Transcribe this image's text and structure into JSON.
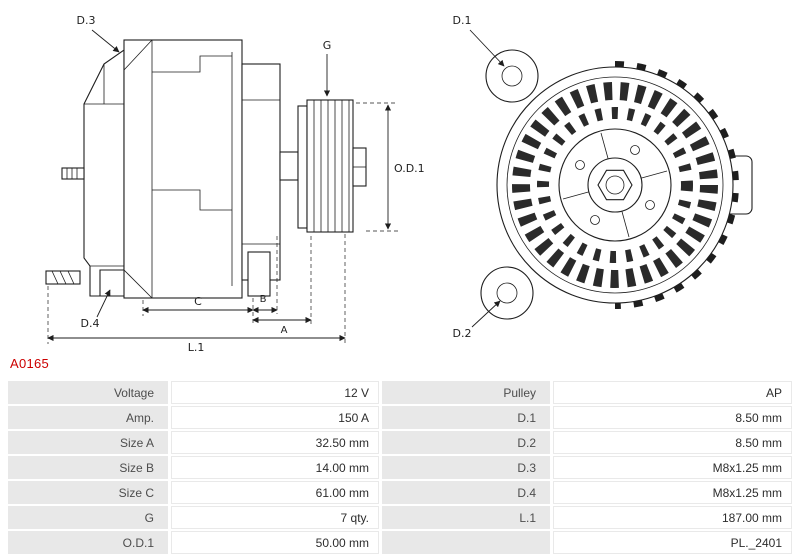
{
  "part_number": "A0165",
  "accent_color": "#cc0000",
  "diagram": {
    "labels": {
      "d3": "D.3",
      "g": "G",
      "d1": "D.1",
      "od1": "O.D.1",
      "d4": "D.4",
      "c": "C",
      "b": "B",
      "a": "A",
      "l1": "L.1",
      "d2": "D.2"
    }
  },
  "table": {
    "rows": [
      {
        "c0": "Voltage",
        "c1": "12 V",
        "c2": "Pulley",
        "c3": "AP"
      },
      {
        "c0": "Amp.",
        "c1": "150 A",
        "c2": "D.1",
        "c3": "8.50 mm"
      },
      {
        "c0": "Size A",
        "c1": "32.50 mm",
        "c2": "D.2",
        "c3": "8.50 mm"
      },
      {
        "c0": "Size B",
        "c1": "14.00 mm",
        "c2": "D.3",
        "c3": "M8x1.25 mm"
      },
      {
        "c0": "Size C",
        "c1": "61.00 mm",
        "c2": "D.4",
        "c3": "M8x1.25 mm"
      },
      {
        "c0": "G",
        "c1": "7 qty.",
        "c2": "L.1",
        "c3": "187.00 mm"
      },
      {
        "c0": "O.D.1",
        "c1": "50.00 mm",
        "c2": "",
        "c3": "PL._2401"
      }
    ]
  }
}
